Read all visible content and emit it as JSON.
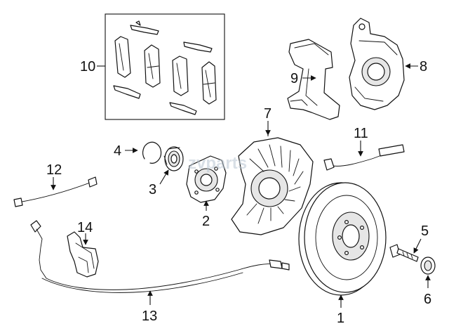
{
  "watermark": "zvparts",
  "colors": {
    "line": "#111111",
    "background": "#ffffff",
    "watermark": "#b9c6d2"
  },
  "callouts": {
    "c1": "1",
    "c2": "2",
    "c3": "3",
    "c4": "4",
    "c5": "5",
    "c6": "6",
    "c7": "7",
    "c8": "8",
    "c9": "9",
    "c10": "10",
    "c11": "11",
    "c12": "12",
    "c13": "13",
    "c14": "14"
  }
}
